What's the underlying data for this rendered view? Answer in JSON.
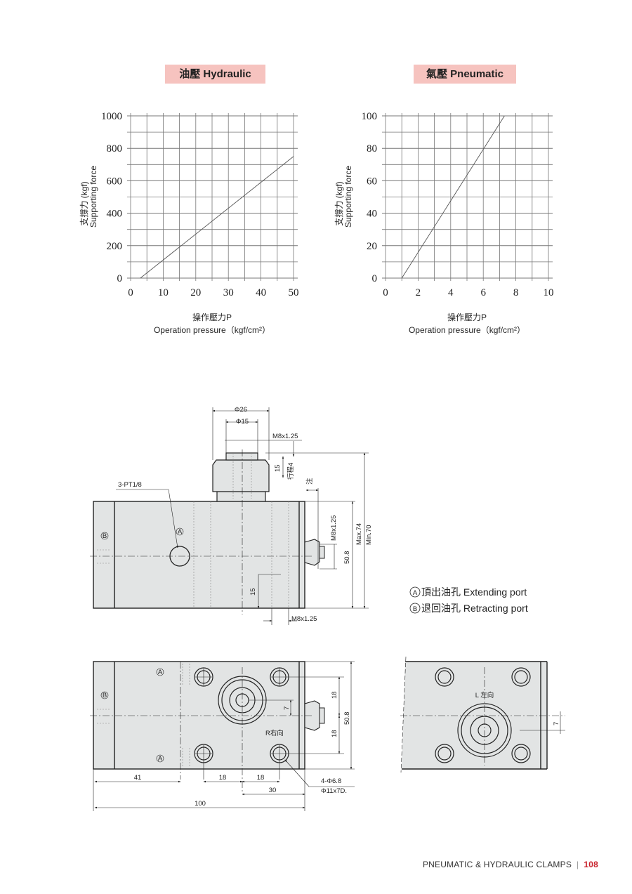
{
  "chart_data": [
    {
      "type": "line",
      "title": "油壓 Hydraulic",
      "xlabel": "操作壓力P",
      "xlabel_en": "Operation pressure（kgf/cm²）",
      "ylabel": "支撐力 (kgf)",
      "ylabel_en": "Supporting force",
      "xlim": [
        0,
        50
      ],
      "ylim": [
        0,
        1000
      ],
      "xticks": [
        "0",
        "10",
        "20",
        "30",
        "40",
        "50"
      ],
      "yticks": [
        "0",
        "200",
        "400",
        "600",
        "800",
        "1000"
      ],
      "grid": true,
      "series": [
        {
          "name": "Hydraulic",
          "x": [
            3,
            50
          ],
          "y": [
            0,
            750
          ]
        }
      ]
    },
    {
      "type": "line",
      "title": "氣壓 Pneumatic",
      "xlabel": "操作壓力P",
      "xlabel_en": "Operation pressure（kgf/cm²）",
      "ylabel": "支撐力 (kgf)",
      "ylabel_en": "Supporting force",
      "xlim": [
        0,
        10
      ],
      "ylim": [
        0,
        100
      ],
      "xticks": [
        "0",
        "2",
        "4",
        "6",
        "8",
        "10"
      ],
      "yticks": [
        "0",
        "20",
        "40",
        "60",
        "80",
        "100"
      ],
      "grid": true,
      "series": [
        {
          "name": "Pneumatic",
          "x": [
            1,
            7.3
          ],
          "y": [
            0,
            100
          ]
        }
      ]
    }
  ],
  "drawing": {
    "front": {
      "phi26": "Φ26",
      "phi15": "Φ15",
      "thread_top": "M8x1.25",
      "dim15_top": "15",
      "stroke": "行程4",
      "port_note": "3-PT1/8",
      "note": "注",
      "thread_side": "M8x1.25",
      "dim50_8": "50.8",
      "max": "Max.74",
      "min": "Min.70",
      "dim15_bottom": "15",
      "thread_bottom": "M8x1.25",
      "port_a": "A",
      "port_b": "B"
    },
    "top": {
      "port_a1": "A",
      "port_b": "B",
      "port_a2": "A",
      "direction": "R右向",
      "dim18_a": "18",
      "dim18_b": "18",
      "dim50_8": "50.8",
      "dim7": "7",
      "dim41": "41",
      "dim18_c": "18",
      "dim18_d": "18",
      "dim30": "30",
      "dim100": "100",
      "holes": "4-Φ6.8",
      "counterbore": "Φ11x7D."
    },
    "side": {
      "direction": "L 左向",
      "dim7": "7"
    }
  },
  "legend": {
    "a": {
      "mark": "A",
      "text": "頂出油孔 Extending port"
    },
    "b": {
      "mark": "B",
      "text": "退回油孔 Retracting port"
    }
  },
  "footer": {
    "section": "PNEUMATIC & HYDRAULIC CLAMPS",
    "page": "108",
    "page_color": "#c8202a"
  }
}
